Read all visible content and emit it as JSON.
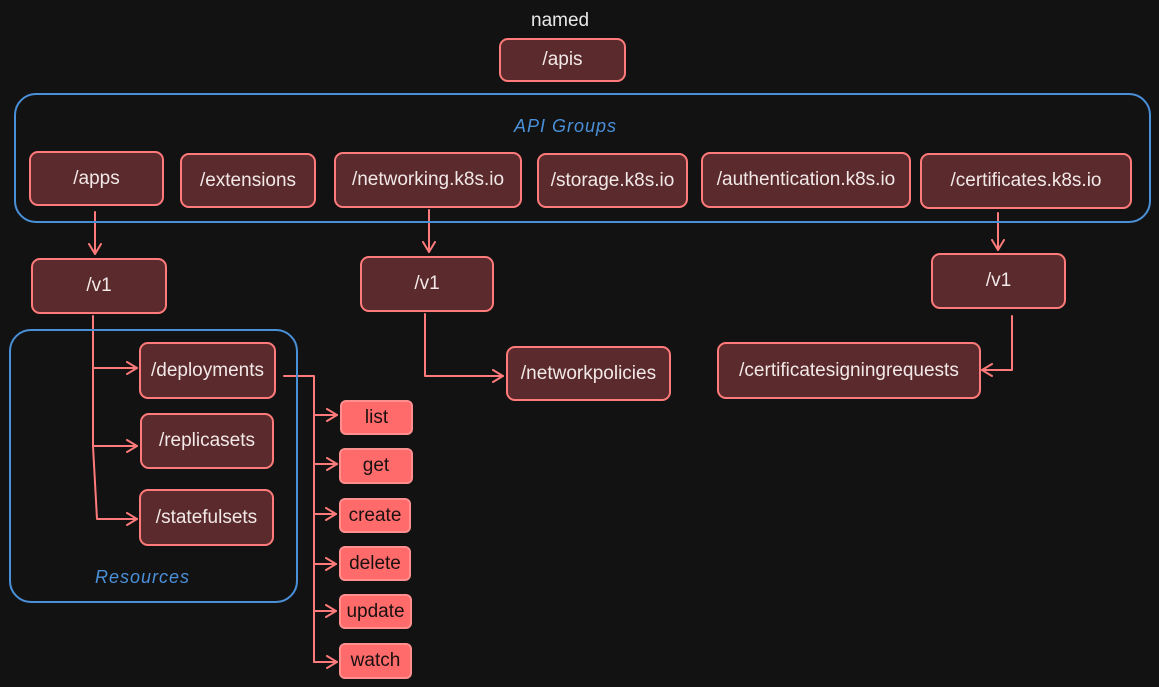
{
  "title": "named",
  "root": "/apis",
  "groups_label": "API Groups",
  "groups": [
    "/apps",
    "/extensions",
    "/networking.k8s.io",
    "/storage.k8s.io",
    "/authentication.k8s.io",
    "/certificates.k8s.io"
  ],
  "versions": {
    "apps": "/v1",
    "networking": "/v1",
    "certificates": "/v1"
  },
  "resources_label": "Resources",
  "apps_resources": [
    "/deployments",
    "/replicasets",
    "/statefulsets"
  ],
  "networking_resource": "/networkpolicies",
  "certificates_resource": "/certificatesigningrequests",
  "verbs": [
    "list",
    "get",
    "create",
    "delete",
    "update",
    "watch"
  ],
  "colors": {
    "background": "#121212",
    "node_fill": "#5a2a2c",
    "node_border": "#ff7a7a",
    "verb_fill": "#ff6b6b",
    "frame": "#4a90d9"
  }
}
